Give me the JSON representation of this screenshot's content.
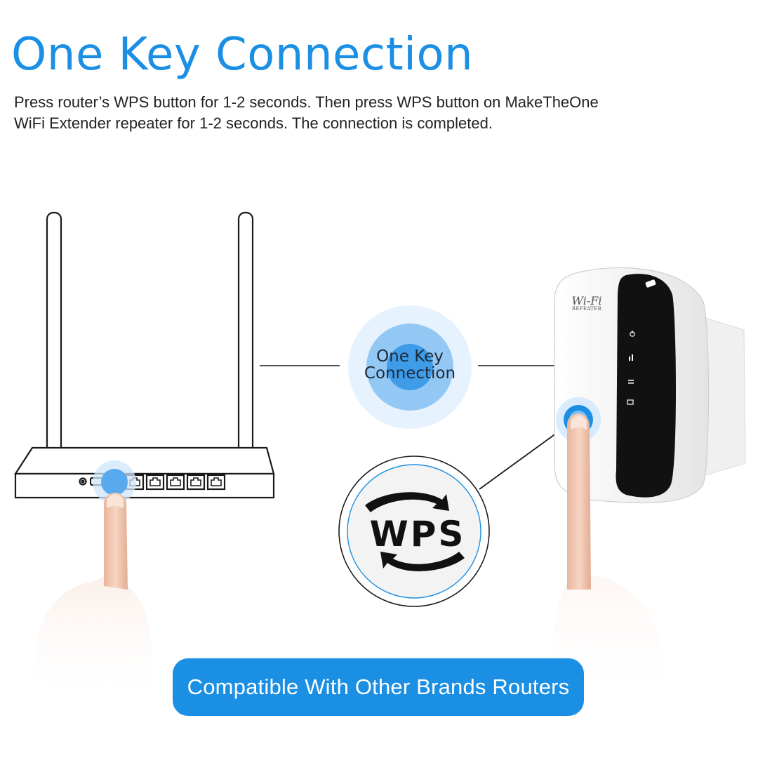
{
  "header": {
    "title": "One Key Connection",
    "description_line1": "Press router’s WPS button for 1-2 seconds. Then press WPS button on MakeTheOne",
    "description_line2": "WiFi Extender repeater for 1-2 seconds. The connection is completed."
  },
  "connection_badge": {
    "line1": "One Key",
    "line2": "Connection"
  },
  "wps_badge": {
    "label": "WPS"
  },
  "repeater": {
    "brand_line1": "Wi-Fi",
    "brand_line2": "REPEATER"
  },
  "banner": {
    "label": "Compatible With Other Brands Routers"
  },
  "colors": {
    "accent": "#1a8fe3",
    "text": "#222222",
    "repeater_body": "#f2f2f2",
    "repeater_panel": "#111111"
  },
  "icons": [
    "router-icon",
    "finger-icon",
    "wps-arrows-icon",
    "power-icon",
    "signal-icon",
    "arrows-icon",
    "ethernet-icon"
  ]
}
